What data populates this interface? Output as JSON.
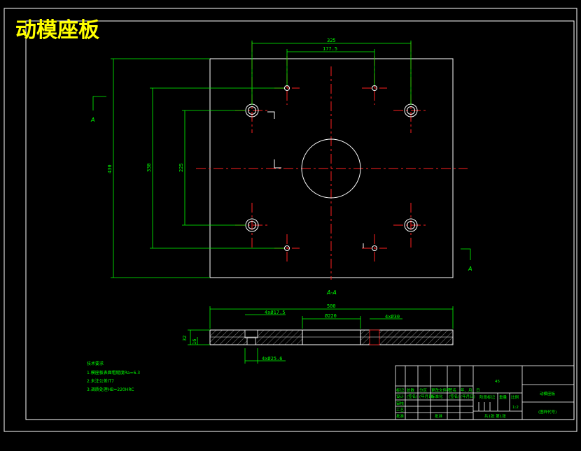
{
  "title": "动模座板",
  "section_marker": "A",
  "section_label": "A-A",
  "dimensions": {
    "width_top": "325",
    "inner_top": "177.5",
    "height_left": "430",
    "inner_330": "330",
    "inner_225": "225",
    "bottom_overall": "500",
    "bottom_hole_a": "4xØ17.5",
    "bottom_center": "Ø220",
    "bottom_hole_b": "4xØ30",
    "bottom_hole_c": "4xØ25.6",
    "thick_total": "32",
    "thick_part": "16"
  },
  "notes": {
    "heading": "技术要求",
    "line1": "1.模座板表面粗糙度Ra=6.3",
    "line2": "2.未注公差IT7",
    "line3": "3.调质处理HB=220HRC"
  },
  "title_block": {
    "material": "45",
    "part_name": "动模座板",
    "drawing_no": "(图样代号)",
    "scale": "1:2",
    "sheet": "共1张  第1张",
    "row_labels": [
      "标记",
      "处数",
      "分区",
      "更改文件号",
      "签名",
      "年、月、日"
    ],
    "row2": [
      "设计",
      "(签名)",
      "(年月日)",
      "标准化",
      "(签名)",
      "(年月日)"
    ],
    "stage_label": "阶段标记",
    "weight_label": "重量",
    "ratio_label": "比例",
    "review": "审核",
    "process": "工艺",
    "approve": "批准"
  }
}
